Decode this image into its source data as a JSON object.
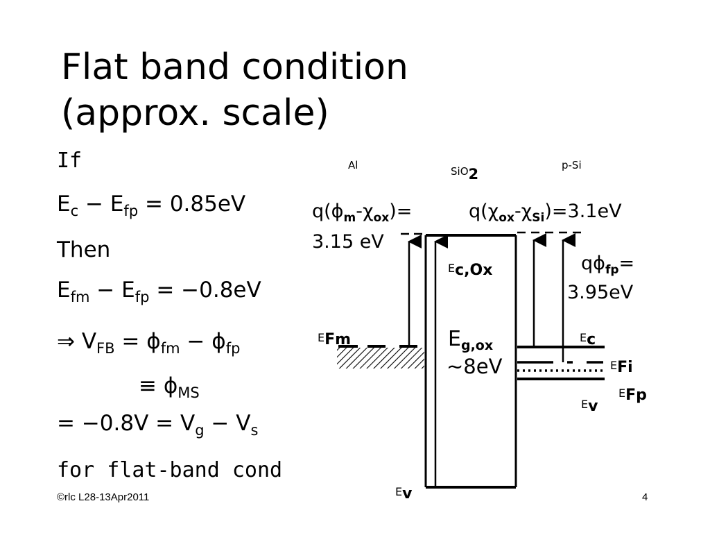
{
  "title": {
    "line1": "Flat band condition",
    "line2": "(approx. scale)"
  },
  "equations": {
    "if": "If",
    "l1_a": "E",
    "l1_a_sub": "c",
    "l1_b": " − E",
    "l1_b_sub": "fp",
    "l1_c": " = 0.85eV",
    "then": "Then",
    "l2_a": "E",
    "l2_a_sub": "fm",
    "l2_b": " − E",
    "l2_b_sub": "fp",
    "l2_c": " = −0.8eV",
    "l3_a": "⇒ V",
    "l3_a_sub": "FB",
    "l3_b": " = ϕ",
    "l3_b_sub": "fm",
    "l3_c": " − ϕ",
    "l3_c_sub": "fp",
    "l4_a": "≡ ϕ",
    "l4_a_sub": "MS",
    "l5_a": "= −0.8V = V",
    "l5_a_sub": "g",
    "l5_b": " − V",
    "l5_b_sub": "s",
    "for": "for flat-band cond"
  },
  "diagram": {
    "al": "Al",
    "sio2_a": "SiO",
    "sio2_b": "2",
    "psi": "p-Si",
    "left_energy_a": "q(ϕ",
    "left_energy_m": "m",
    "left_energy_b": "-χ",
    "left_energy_ox": "ox",
    "left_energy_c": ")=",
    "left_energy_val": "3.15 eV",
    "right_energy_a": "q(χ",
    "right_energy_ox": "ox",
    "right_energy_b": "-χ",
    "right_energy_si": "Si",
    "right_energy_c": ")=3.1eV",
    "qphi_a": "qϕ",
    "qphi_sub": "fp",
    "qphi_b": "=",
    "qphi_val": "3.95eV",
    "ec_ox_e": "E",
    "ec_ox_sub": "c,Ox",
    "efm_e": "E",
    "efm_sub": "Fm",
    "eg_e": "E",
    "eg_sub": "g,ox",
    "eg_val": "~8eV",
    "ec_e": "E",
    "ec_sub": "c",
    "efi_e": "E",
    "efi_sub": "Fi",
    "efp_e": "E",
    "efp_sub": "Fp",
    "ev_si_e": "E",
    "ev_si_sub": "v",
    "ev_ox_e": "E",
    "ev_ox_sub": "v"
  },
  "footer": {
    "copyright": "©rlc L28-13Apr2011",
    "page": "4"
  }
}
